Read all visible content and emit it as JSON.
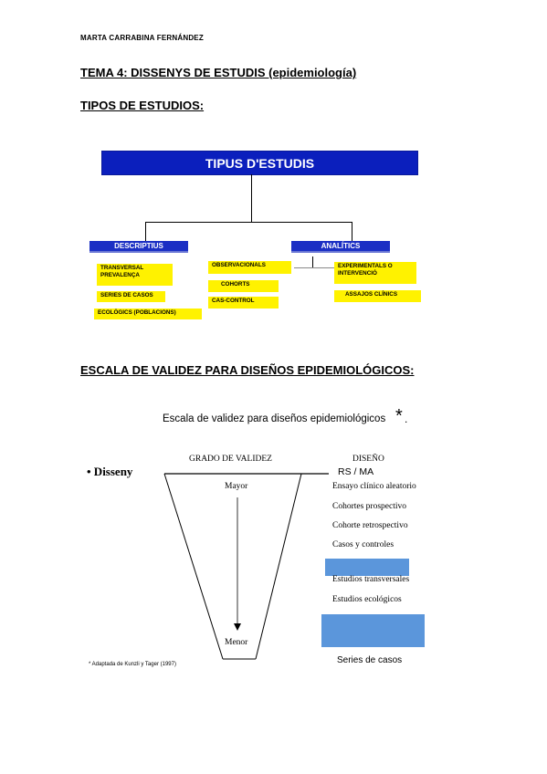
{
  "header": {
    "author": "MARTA CARRABINA FERNÁNDEZ",
    "tema": "TEMA 4: DISSENYS DE ESTUDIS (epidemiología)",
    "tipos": "TIPOS DE ESTUDIOS:"
  },
  "diagram": {
    "title": "TIPUS D'ESTUDIS",
    "descriptius": {
      "label": "DESCRIPTIUS",
      "items": [
        "TRANSVERSAL\nPREVALENÇA",
        "SERIES DE CASOS",
        "ECOLÒGICS (POBLACIONS)"
      ]
    },
    "analitics": {
      "label": "ANALÍTICS",
      "observacionals": {
        "label": "OBSERVACIONALS",
        "items": [
          "COHORTS",
          "CAS-CONTROL"
        ]
      },
      "experimentals": {
        "label": "EXPERIMENTALS O\nINTERVENCIÓ",
        "items": [
          "ASSAJOS CLÍNICS"
        ]
      }
    },
    "colors": {
      "banner": "#0b1fbd",
      "box": "#fff200"
    }
  },
  "escala": {
    "heading": "ESCALA DE VALIDEZ PARA DISEÑOS EPIDEMIOLÓGICOS:",
    "figure_title": "Escala de validez para diseños epidemiológicos",
    "asterisk": "*",
    "period": ".",
    "bullet": "• Disseny",
    "grado_label": "GRADO DE VALIDEZ",
    "diseno_label": "DISEÑO",
    "mayor": "Mayor",
    "menor": "Menor",
    "designs": [
      "RS / MA",
      "Ensayo clínico aleatorio",
      "Cohortes prospectivo",
      "Cohorte retrospectivo",
      "Casos y controles",
      "Estudios transversales",
      "Estudios ecológicos",
      "Series de casos"
    ],
    "footnote": "* Adaptada de Kunzli y Tager (1997)",
    "highlight_color": "#5b96db"
  }
}
